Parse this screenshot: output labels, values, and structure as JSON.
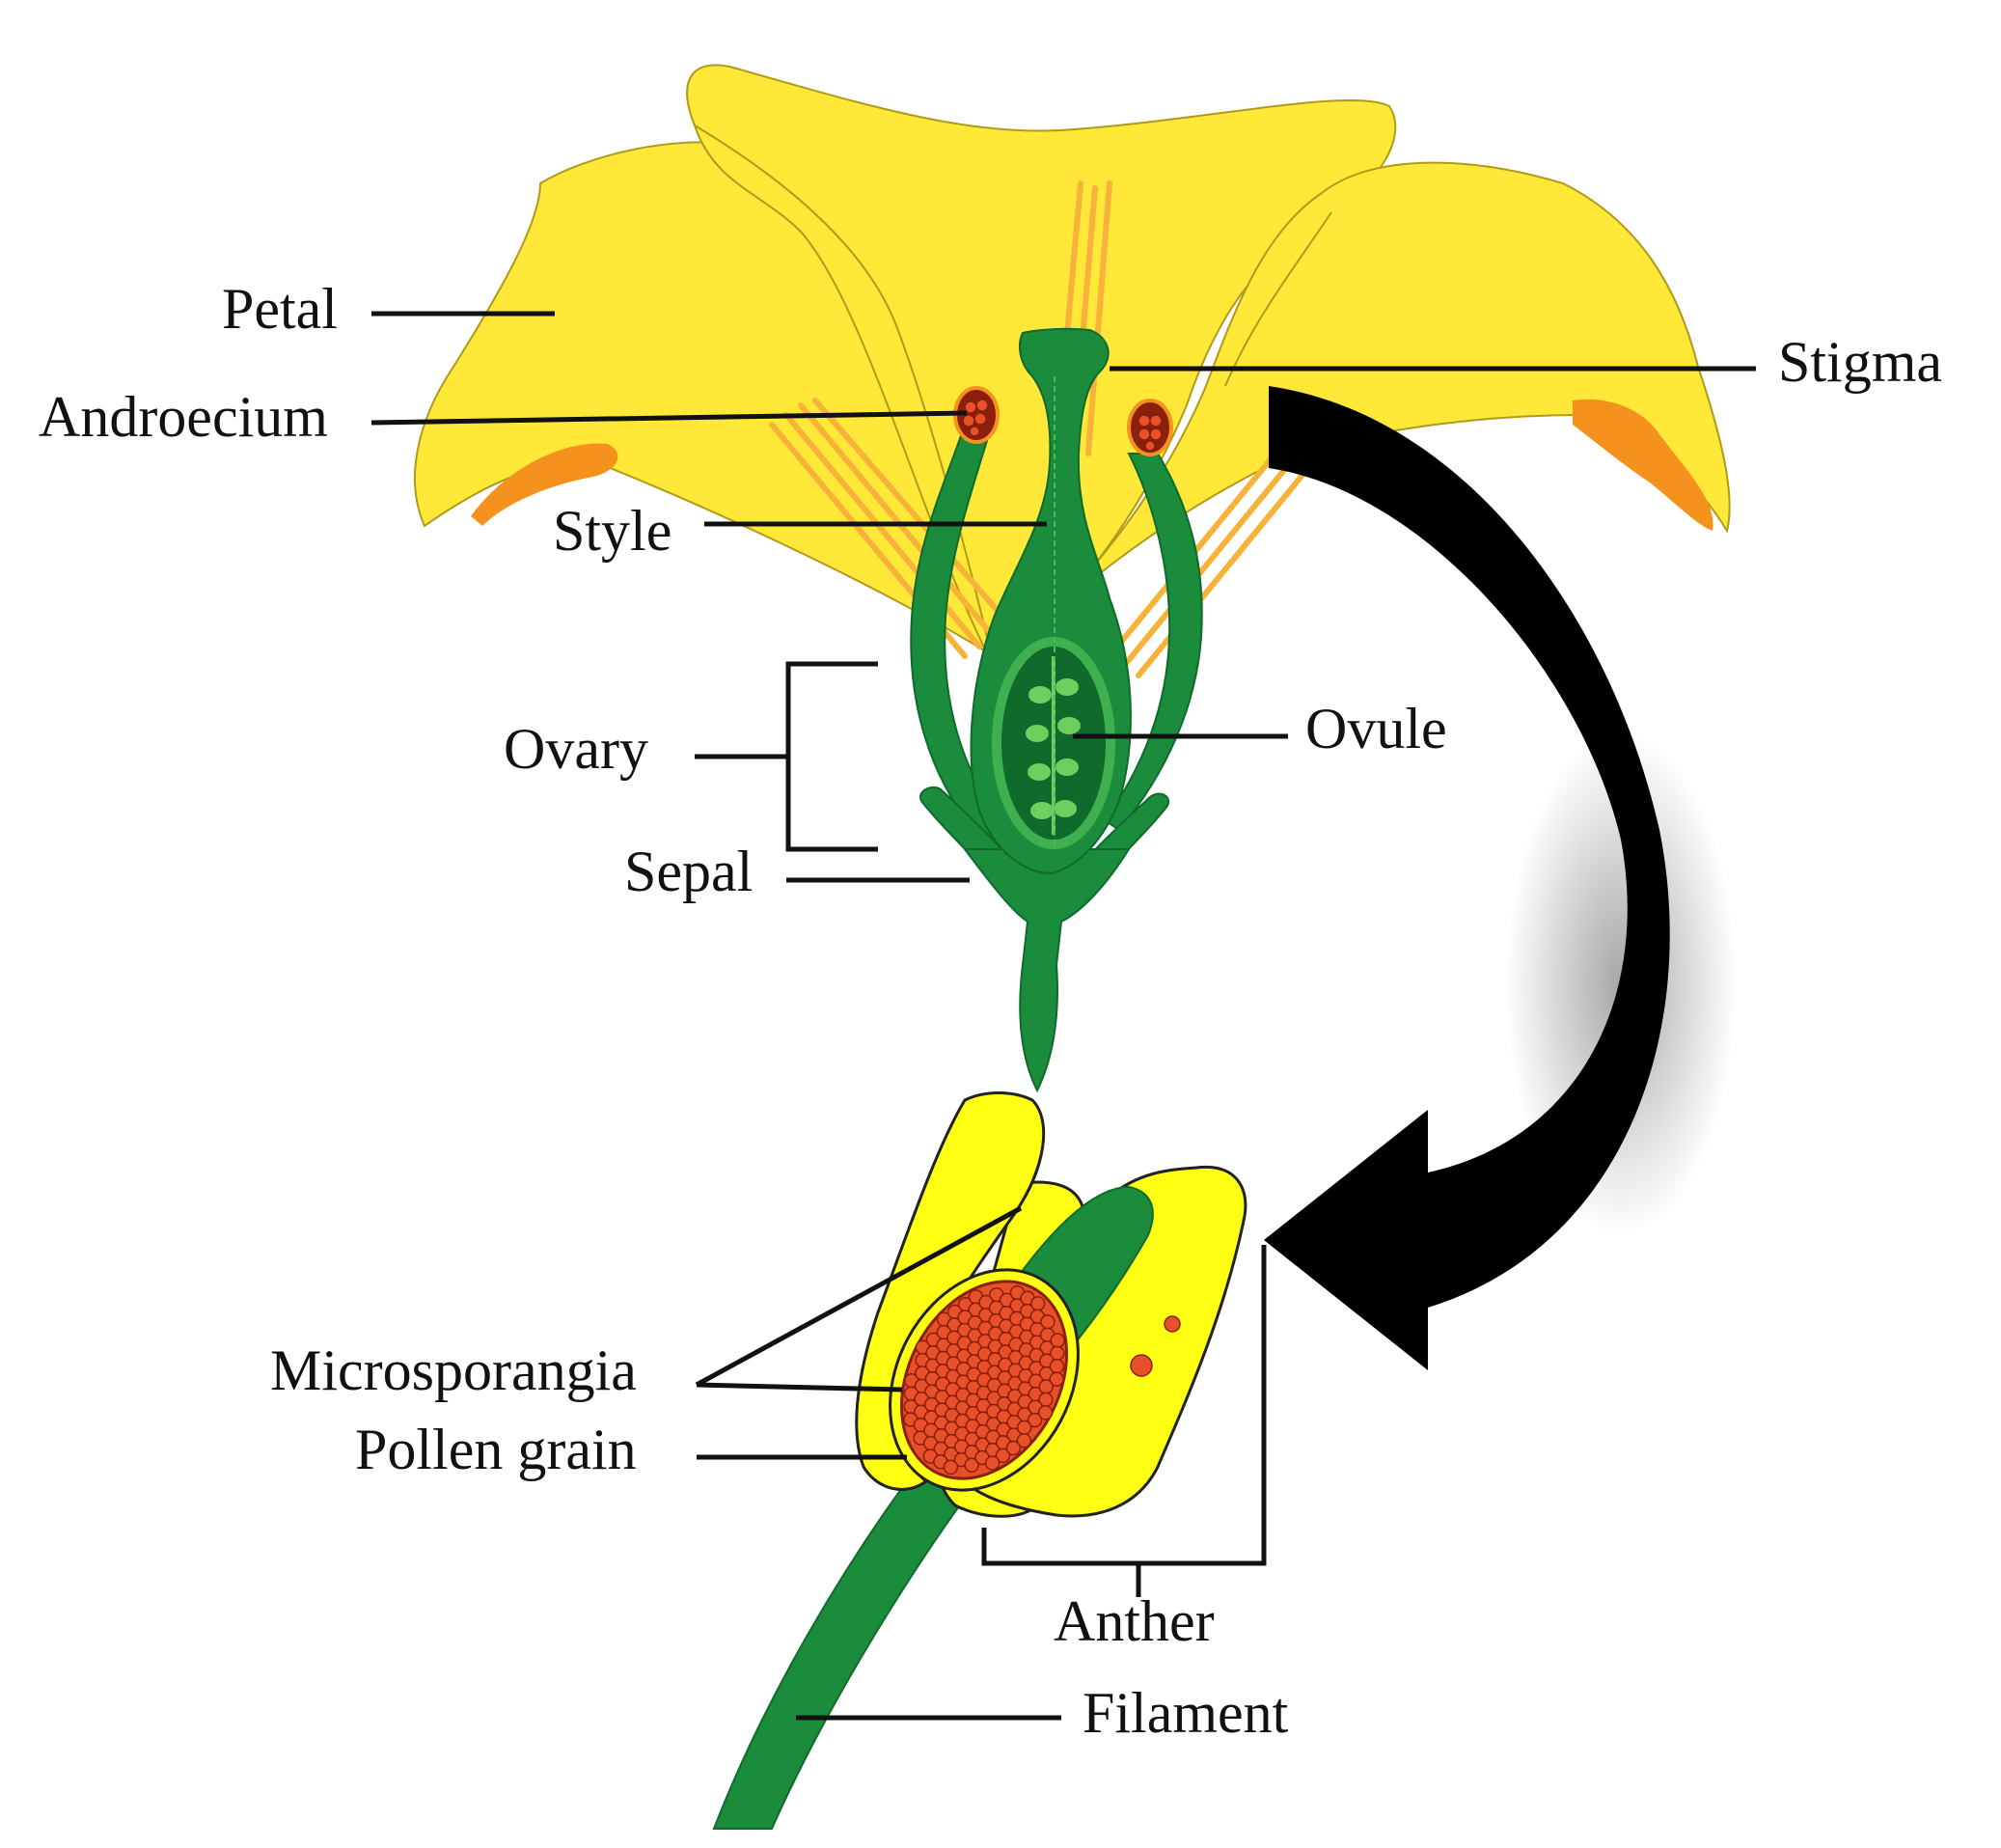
{
  "labels": {
    "petal": "Petal",
    "androecium": "Androecium",
    "style": "Style",
    "stigma": "Stigma",
    "ovary": "Ovary",
    "ovule": "Ovule",
    "sepal": "Sepal",
    "microsporangia": "Microsporangia",
    "pollen_grain": "Pollen grain",
    "anther": "Anther",
    "filament": "Filament"
  },
  "colors": {
    "petal": "#ffe838",
    "petal_outline": "#b09a1a",
    "petal_streak": "#f7b23a",
    "petal_tip": "#f5921e",
    "pistil": "#1a8c3c",
    "pistil_dark": "#0f6a2c",
    "ovary_inner": "#3fb04f",
    "ovule": "#6ccf5e",
    "anther": "#ffff14",
    "pollen": "#e8502a",
    "pollen_outline": "#8a1f0c",
    "arrow": "#000000"
  }
}
